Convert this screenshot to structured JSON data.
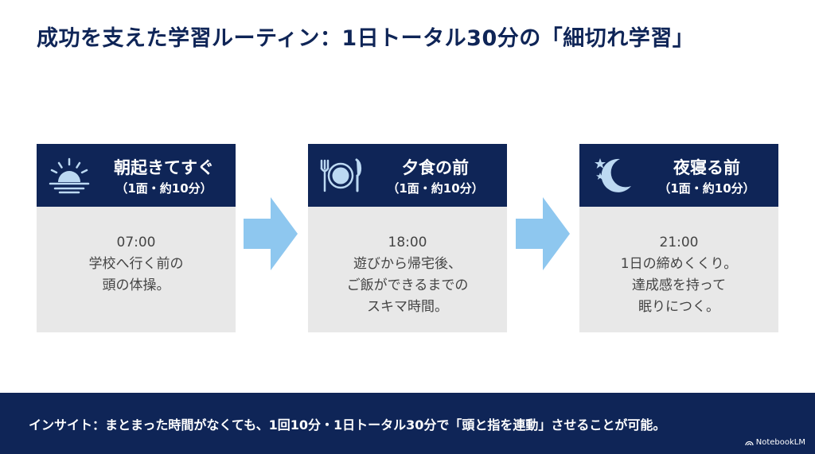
{
  "title": "成功を支えた学習ルーティン：1日トータル30分の「細切れ学習」",
  "steps": [
    {
      "icon": "sunrise-icon",
      "title": "朝起きてすぐ",
      "subtitle": "（1面・約10分）",
      "time": "07:00",
      "lines": [
        "学校へ行く前の",
        "頭の体操。"
      ]
    },
    {
      "icon": "meal-icon",
      "title": "夕食の前",
      "subtitle": "（1面・約10分）",
      "time": "18:00",
      "lines": [
        "遊びから帰宅後、",
        "ご飯ができるまでの",
        "スキマ時間。"
      ]
    },
    {
      "icon": "moon-stars-icon",
      "title": "夜寝る前",
      "subtitle": "（1面・約10分）",
      "time": "21:00",
      "lines": [
        "1日の締めくくり。",
        "達成感を持って",
        "眠りにつく。"
      ]
    }
  ],
  "footer": {
    "insight": "インサイト：まとまった時間がなくても、1回10分・1日トータル30分で「頭と指を連動」させることが可能。",
    "brand": "NotebookLM"
  },
  "colors": {
    "navy": "#0f2557",
    "card_bg": "#e8e8e8",
    "arrow": "#8ec7ef",
    "icon": "#bcd9f2"
  }
}
